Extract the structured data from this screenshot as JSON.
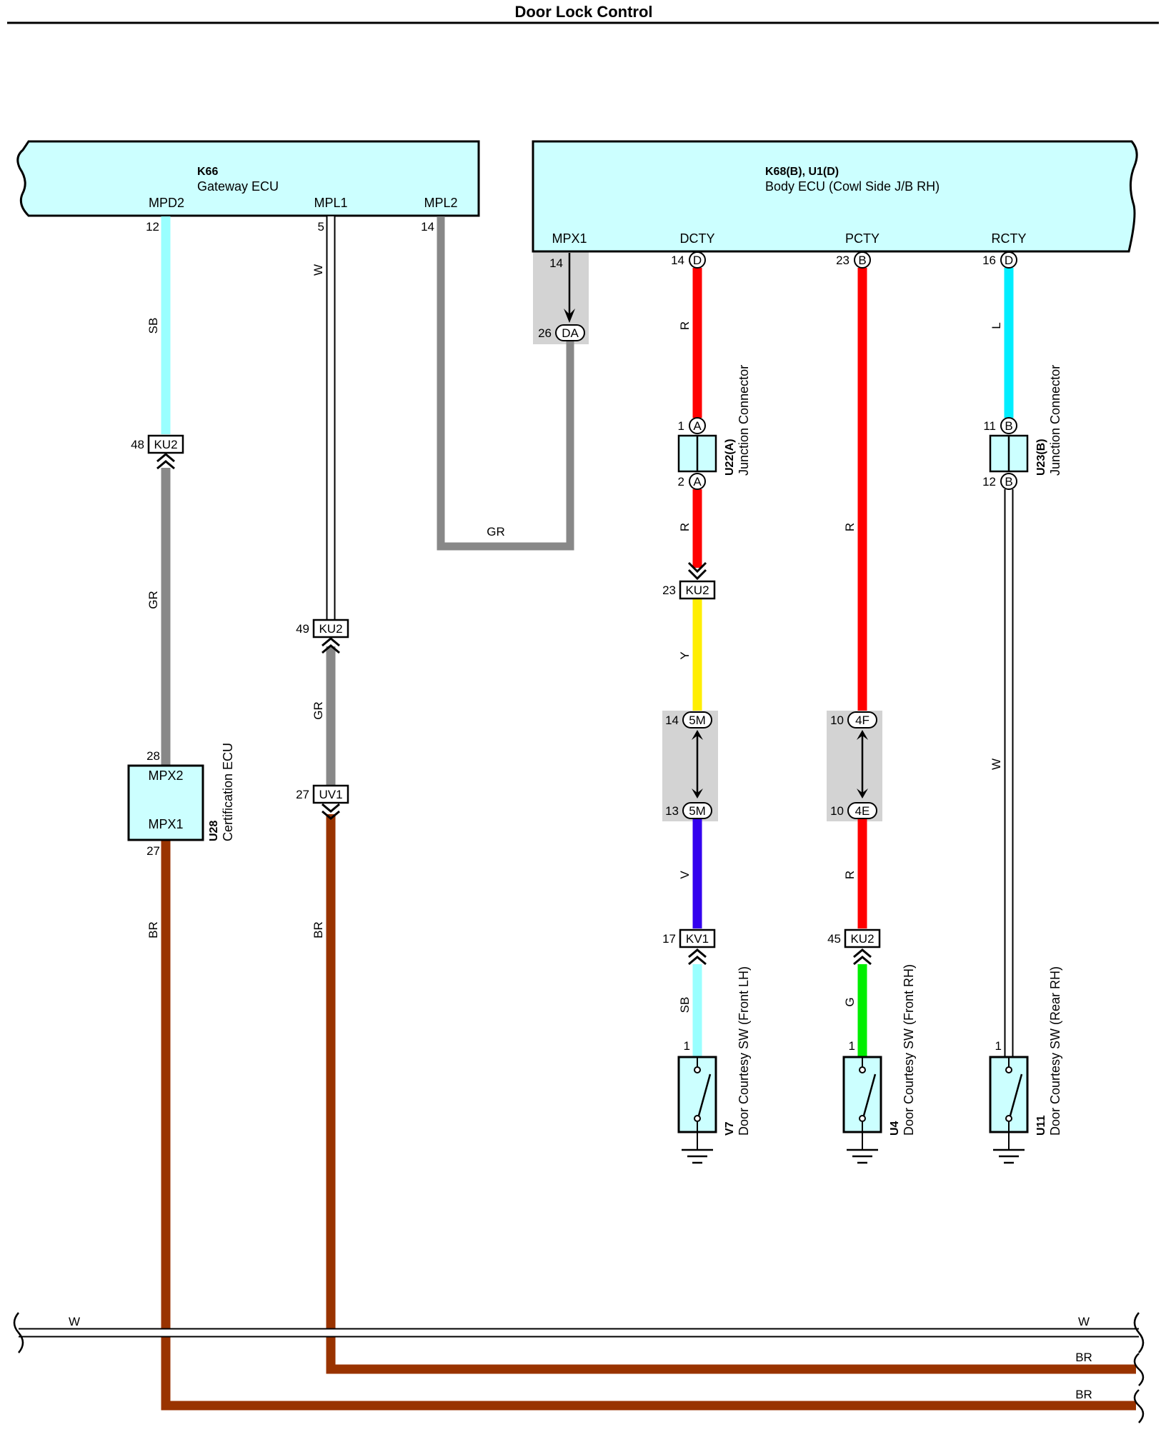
{
  "title": "Door Lock Control",
  "ecus": {
    "gateway": {
      "code": "K66",
      "name": "Gateway ECU",
      "pins": {
        "mpd2": "MPD2",
        "mpl1": "MPL1",
        "mpl2": "MPL2"
      }
    },
    "body": {
      "code": "K68(B), U1(D)",
      "name": "Body ECU (Cowl Side J/B RH)",
      "pins": {
        "mpx1": "MPX1",
        "dcty": "DCTY",
        "pcty": "PCTY",
        "rcty": "RCTY"
      }
    },
    "cert": {
      "code": "U28",
      "name": "Certification ECU",
      "pins": {
        "mpx2": "MPX2",
        "mpx1": "MPX1"
      }
    }
  },
  "pin_numbers": {
    "g12": "12",
    "g5": "5",
    "g14": "14",
    "b14": "14",
    "dcty14": "14",
    "pcty23": "23",
    "rcty16": "16",
    "da26": "26",
    "ja1": "1",
    "ja2": "2",
    "jb11": "11",
    "jb12": "12",
    "ku2_48": "48",
    "ku2_49": "49",
    "ku2_23": "23",
    "uv1_27": "27",
    "cert28": "28",
    "cert27": "27",
    "m14": "14",
    "m13": "13",
    "f10": "10",
    "e10": "10",
    "kv1_17": "17",
    "ku2_45": "45",
    "sw_v7": "1",
    "sw_u4": "1",
    "sw_u11": "1"
  },
  "connector_codes": {
    "ku2": "KU2",
    "uv1": "UV1",
    "kv1": "KV1",
    "da": "DA",
    "c5m": "5M",
    "c4f": "4F",
    "c4e": "4E",
    "ja": "A",
    "jb": "B",
    "d": "D",
    "b": "B"
  },
  "junctions": {
    "u22": {
      "code": "U22(A)",
      "name": "Junction Connector"
    },
    "u23": {
      "code": "U23(B)",
      "name": "Junction Connector"
    }
  },
  "switches": {
    "v7": {
      "code": "V7",
      "name": "Door Courtesy SW (Front LH)"
    },
    "u4": {
      "code": "U4",
      "name": "Door Courtesy SW (Front RH)"
    },
    "u11": {
      "code": "U11",
      "name": "Door Courtesy SW (Rear RH)"
    }
  },
  "wire_labels": {
    "sb1": "SB",
    "gr1": "GR",
    "br1": "BR",
    "w1": "W",
    "gr2": "GR",
    "br2": "BR",
    "gr3": "GR",
    "r1": "R",
    "r2": "R",
    "y": "Y",
    "v": "V",
    "sb2": "SB",
    "r3": "R",
    "r4": "R",
    "r5": "R",
    "g": "G",
    "l": "L",
    "w2": "W",
    "bus_w_left": "W",
    "bus_w_right": "W",
    "bus_br1": "BR",
    "bus_br2": "BR"
  },
  "colors": {
    "ecu_fill": "#ccffff",
    "shield_fill": "#d3d3d3",
    "SB": "#99ffff",
    "GR": "#888888",
    "BR": "#993300",
    "R": "#ff0000",
    "Y": "#ffee00",
    "V": "#3300ee",
    "G": "#00ee00",
    "L": "#00eeff",
    "W": "#ffffff"
  }
}
